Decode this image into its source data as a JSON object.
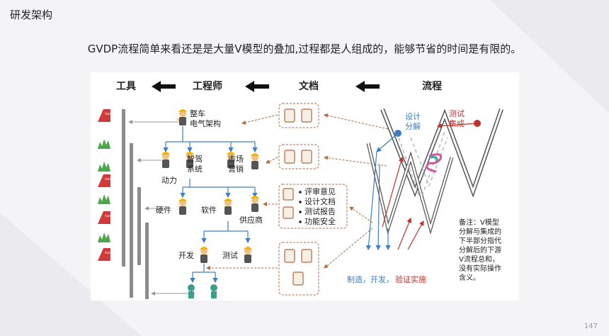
{
  "slide": {
    "title": "研发架构",
    "subtitle": "GVDP流程简单来看还是是大量V模型的叠加,过程都是人组成的，能够节省的时间是有限的。",
    "page_number": "147"
  },
  "diagram": {
    "headers": {
      "tools": "工具",
      "engineers": "工程师",
      "docs": "文档",
      "process": "流程"
    },
    "roles": {
      "vehicle_arch": [
        "整车",
        "电气架构"
      ],
      "smart_drive": [
        "智驾",
        "系统"
      ],
      "marketing": [
        "市场",
        "营销"
      ],
      "power": "动力",
      "hardware": "硬件",
      "software": "软件",
      "supplier": "供应商",
      "develop": "开发",
      "test": "测试"
    },
    "doc_list": [
      "评审意见",
      "设计文档",
      "测试报告",
      "功能安全"
    ],
    "process_labels": {
      "design_decompose": [
        "设计",
        "分解"
      ],
      "test_integrate": [
        "测试",
        "集成"
      ],
      "bottom_blue": "制造，开发，",
      "bottom_red": "验证实施"
    },
    "note": [
      "备注：V模型",
      "分解与集成的",
      "下半部分指代",
      "分解后的下游",
      "V流程总和，",
      "没有实际操作",
      "含义。"
    ],
    "tool_icon_label": "AutoCAD",
    "colors": {
      "blue": "#3d7fc4",
      "red": "#c0302c",
      "doc_border": "#b5673a",
      "tool_bar": "#8c8c8c"
    }
  }
}
